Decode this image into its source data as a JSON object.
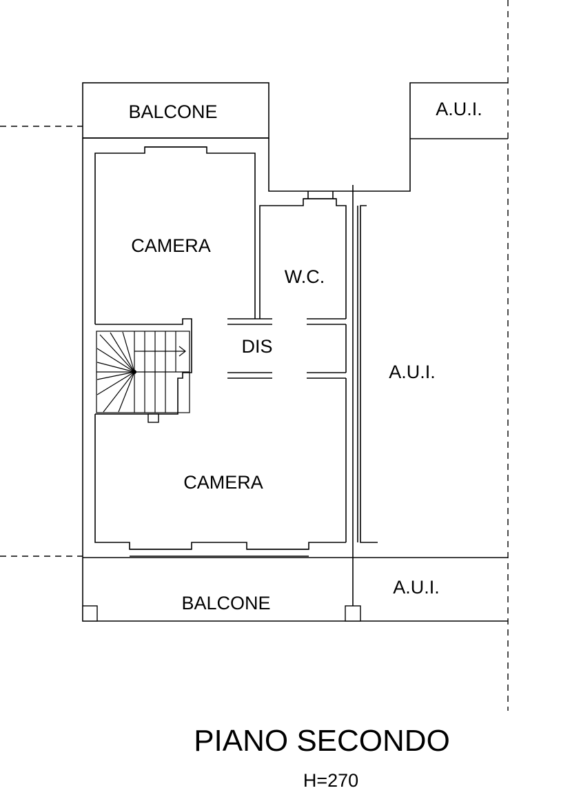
{
  "rooms": {
    "balcone_top": "BALCONE",
    "aui_top": "A.U.I.",
    "camera_top": "CAMERA",
    "wc": "W.C.",
    "dis": "DIS",
    "aui_right": "A.U.I.",
    "camera_bottom": "CAMERA",
    "balcone_bottom": "BALCONE",
    "aui_bottom": "A.U.I."
  },
  "title": "PIANO SECONDO",
  "height_note": "H=270"
}
